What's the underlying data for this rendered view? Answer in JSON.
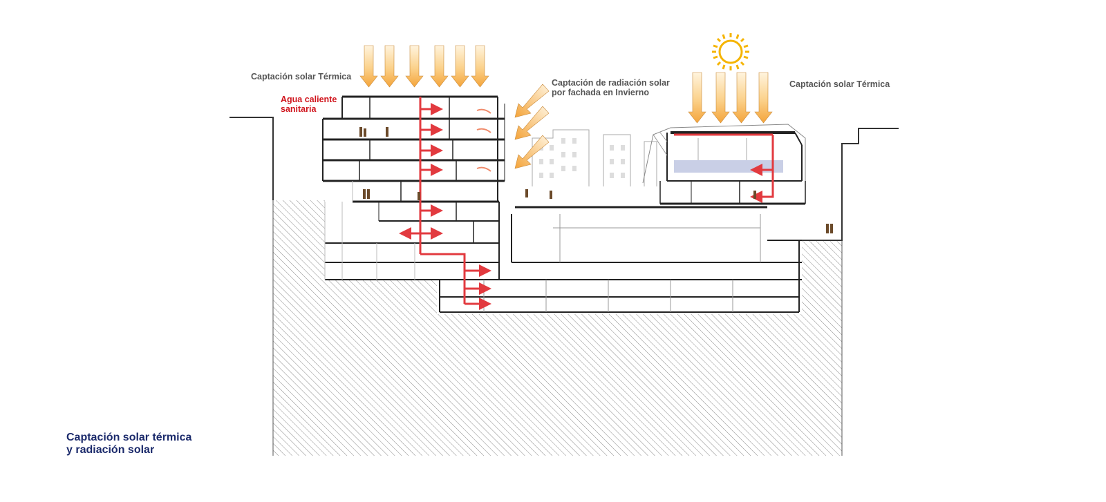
{
  "labels": {
    "left_thermal": "Captación solar Térmica",
    "right_thermal": "Captación solar Térmica",
    "facade_line1": "Captación de radiación solar",
    "facade_line2": "por fachada en Invierno",
    "hot_water_line1": "Agua caliente",
    "hot_water_line2": "sanitaria"
  },
  "caption": {
    "line1": "Captación solar térmica",
    "line2": "y radiación solar"
  },
  "colors": {
    "hot_water": "#e23a3f",
    "label_red": "#d0141c",
    "caption_blue": "#1b2a6b",
    "sun": "#f5b400",
    "ray_top": "#fde9c4",
    "ray_bottom": "#f6a73a",
    "pool": "#c9cfe6",
    "line": "#222222",
    "hatch": "#8a8a8a"
  },
  "icons": {
    "sun": "sun-icon"
  }
}
